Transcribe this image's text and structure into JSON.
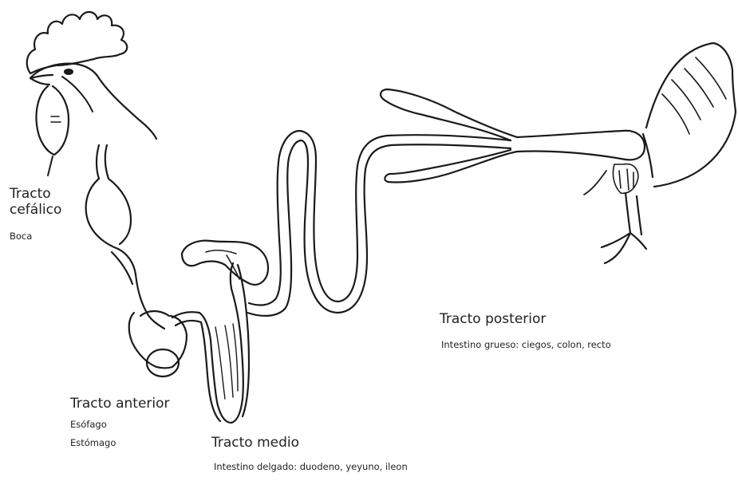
{
  "labels": {
    "cefalico": {
      "title": "Tracto cefálico",
      "sub": "Boca"
    },
    "anterior": {
      "title": "Tracto anterior",
      "items": [
        "Esófago",
        "Estómago"
      ]
    },
    "medio": {
      "title": "Tracto medio",
      "sub": "Intestino delgado: duodeno, yeyuno, ileon"
    },
    "posterior": {
      "title": "Tracto posterior",
      "sub": "Intestino grueso: ciegos, colon, recto"
    }
  },
  "colors": {
    "ink": "#1a1a1a",
    "text": "#222222",
    "background": "#ffffff"
  }
}
